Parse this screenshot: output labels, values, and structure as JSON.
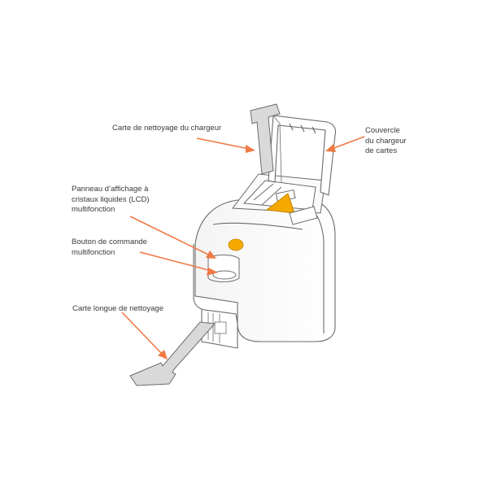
{
  "colors": {
    "arrow": "#ef7a45",
    "outline": "#6b6b6b",
    "accent": "#f5a800",
    "card_fill": "#d9d9d9",
    "body_fill": "#ffffff"
  },
  "labels": {
    "cleaning_card_feeder": [
      "Carte de nettoyage du chargeur"
    ],
    "feeder_cover": [
      "Couvercle",
      "du chargeur",
      "de cartes"
    ],
    "lcd_panel": [
      "Panneau d’affichage à",
      "cristaux liquides (LCD)",
      "multifonction"
    ],
    "control_button": [
      "Bouton de commande",
      "multifonction"
    ],
    "long_cleaning_card": [
      "Carte longue de nettoyage"
    ]
  }
}
